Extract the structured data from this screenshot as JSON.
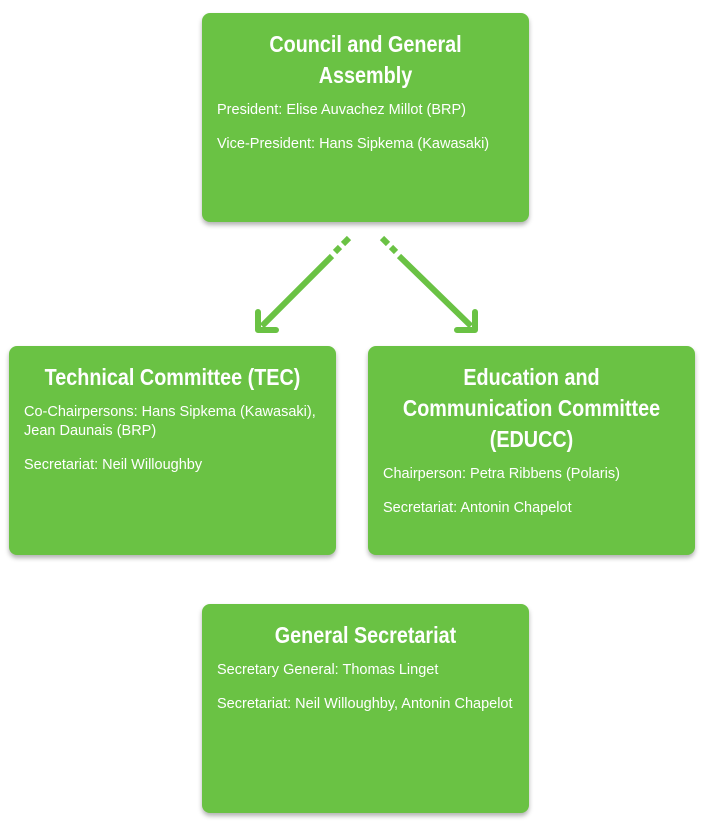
{
  "colors": {
    "box": "#6ac244",
    "text": "#ffffff"
  },
  "council": {
    "title": "Council and General Assembly",
    "lines": [
      "President: Elise Auvachez Millot (BRP)",
      "Vice-President: Hans Sipkema (Kawasaki)"
    ]
  },
  "tec": {
    "title": "Technical Committee (TEC)",
    "lines": [
      "Co-Chairpersons: Hans Sipkema (Kawasaki), Jean Daunais (BRP)",
      "Secretariat: Neil Willoughby"
    ]
  },
  "educc": {
    "title": "Education and Communication Committee (EDUCC)",
    "lines": [
      "Chairperson: Petra Ribbens (Polaris)",
      "Secretariat: Antonin Chapelot"
    ]
  },
  "secretariat": {
    "title": "General Secretariat",
    "lines": [
      "Secretary General: Thomas Linget",
      "Secretariat: Neil Willoughby, Antonin Chapelot"
    ]
  }
}
